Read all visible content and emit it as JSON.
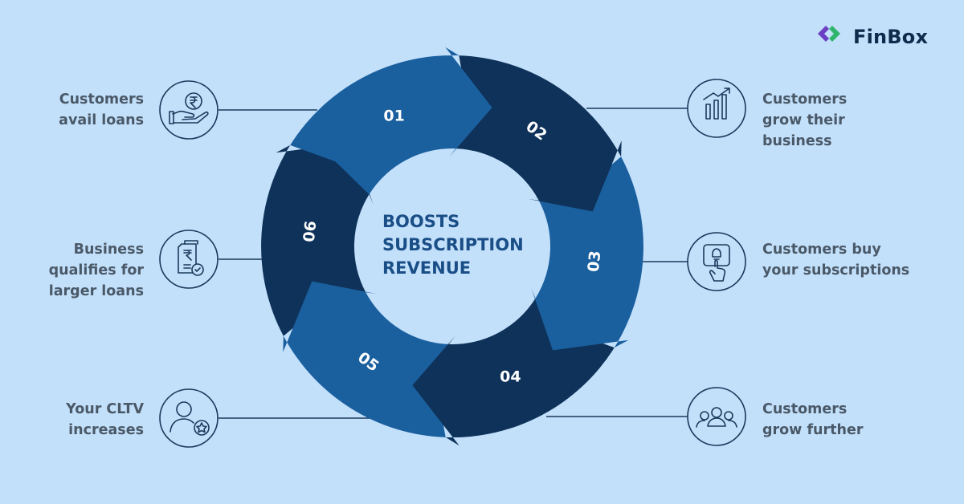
{
  "brand": {
    "name": "FinBox"
  },
  "center_text": "BOOSTS\nSUBSCRIPTION\nREVENUE",
  "colors": {
    "background": "#c3e0fb",
    "light_segment": "#1a5f9e",
    "dark_segment": "#0e3259",
    "line": "#1a3a5c",
    "label_text": "#4a5968",
    "center_text": "#1a4e86"
  },
  "steps": [
    {
      "num": "01",
      "label": "Customers\navail loans",
      "icon": "rupee-hand-icon",
      "side": "left"
    },
    {
      "num": "02",
      "label": "Customers\ngrow their\nbusiness",
      "icon": "growth-chart-icon",
      "side": "right"
    },
    {
      "num": "03",
      "label": "Customers buy\nyour subscriptions",
      "icon": "tap-notification-icon",
      "side": "right"
    },
    {
      "num": "04",
      "label": "Customers\ngrow further",
      "icon": "team-icon",
      "side": "right"
    },
    {
      "num": "05",
      "label": "Your CLTV\nincreases",
      "icon": "user-star-icon",
      "side": "left"
    },
    {
      "num": "06",
      "label": "Business\nqualifies for\nlarger loans",
      "icon": "approved-invoice-icon",
      "side": "left"
    }
  ]
}
